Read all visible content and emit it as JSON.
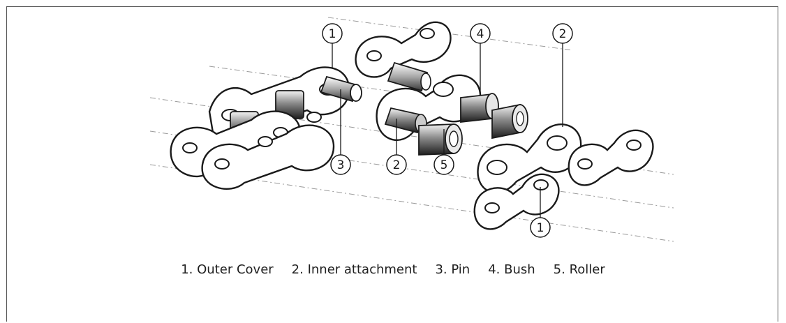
{
  "callouts": {
    "c1a": "1",
    "c1b": "1",
    "c2a": "2",
    "c2b": "2",
    "c3": "3",
    "c4": "4",
    "c5": "5"
  },
  "legend": {
    "items": [
      "1. Outer Cover",
      "2. Inner attachment",
      "3. Pin",
      "4. Bush",
      "5. Roller"
    ]
  }
}
